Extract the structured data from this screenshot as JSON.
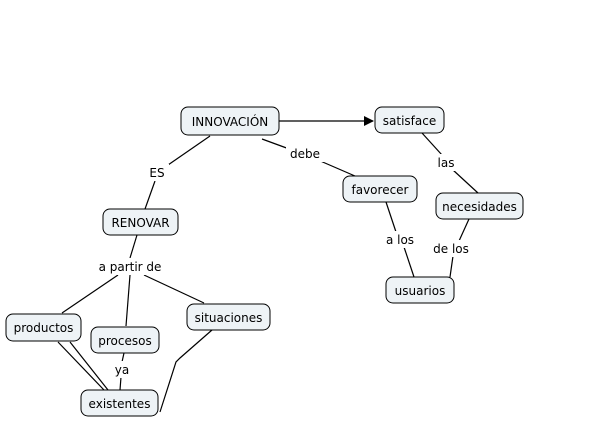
{
  "concepts": {
    "innovacion": "INNOVACIÓN",
    "satisface": "satisface",
    "renovar": "RENOVAR",
    "favorecer": "favorecer",
    "necesidades": "necesidades",
    "usuarios": "usuarios",
    "productos": "productos",
    "procesos": "procesos",
    "situaciones": "situaciones",
    "existentes": "existentes"
  },
  "linking_phrases": {
    "es": "ES",
    "debe": "debe",
    "las": "las",
    "a_los": "a los",
    "de_los": "de los",
    "a_partir_de": "a partir de",
    "ya": "ya"
  },
  "colors": {
    "node_fill": "#eef3f6",
    "node_border": "#000000",
    "line": "#000000"
  }
}
